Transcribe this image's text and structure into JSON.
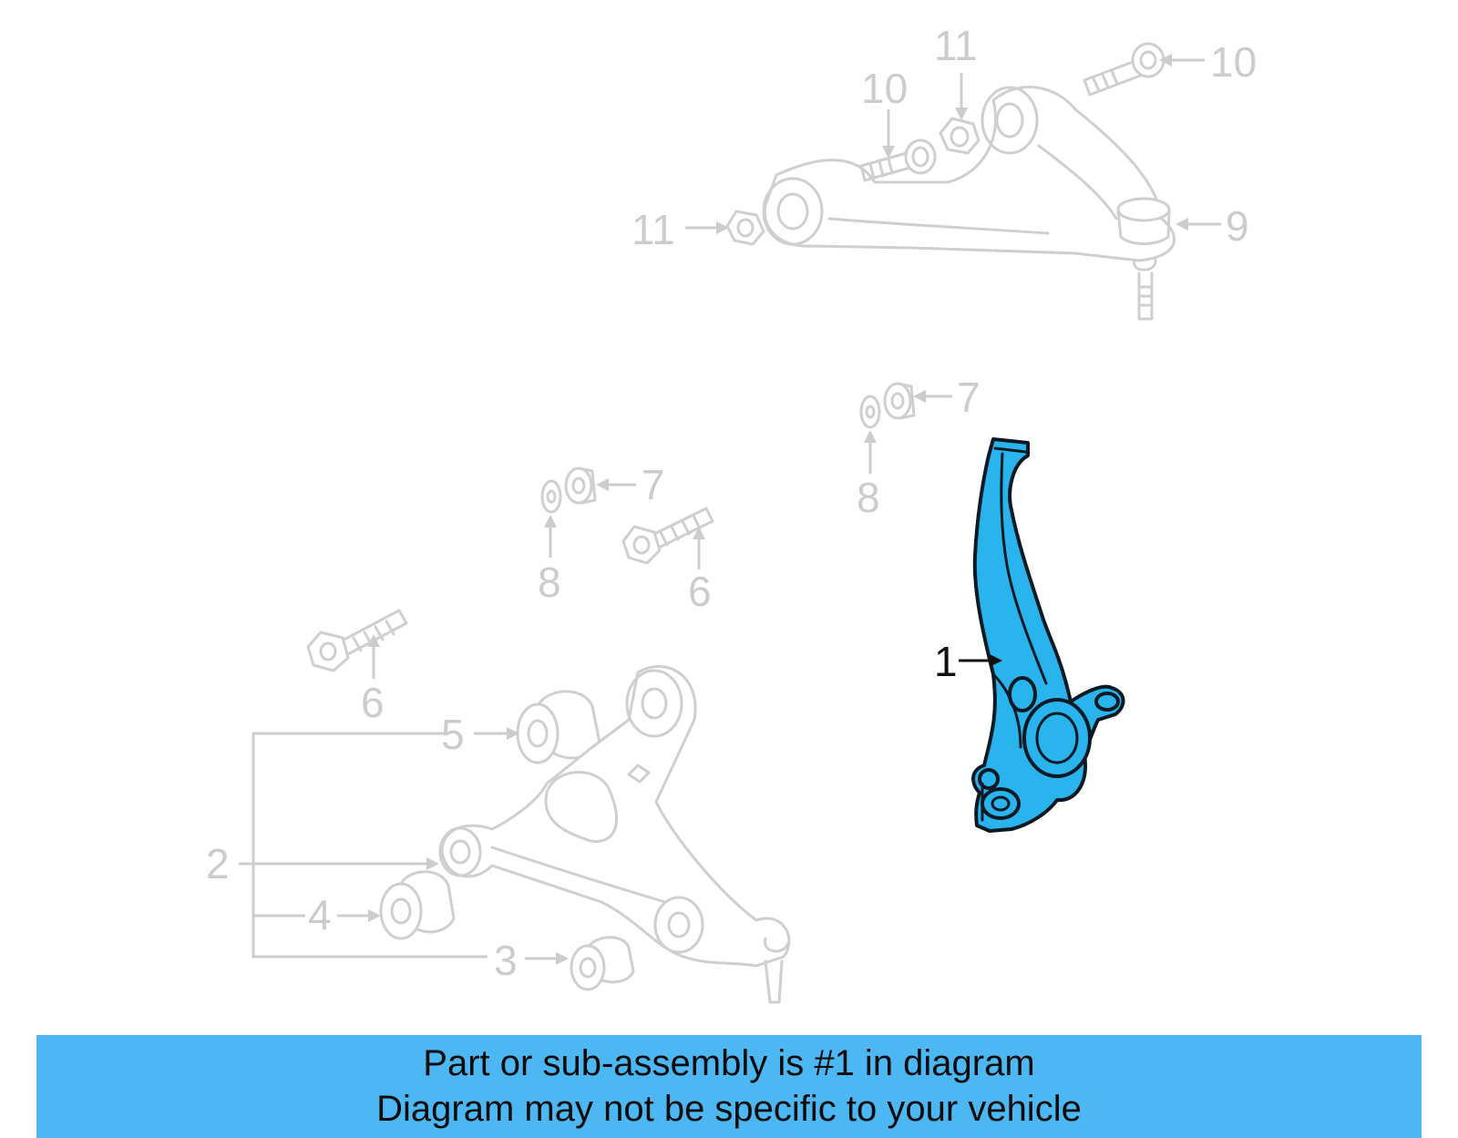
{
  "callouts": {
    "c1": "1",
    "c2": "2",
    "c3": "3",
    "c4": "4",
    "c5": "5",
    "c6a": "6",
    "c6b": "6",
    "c7a": "7",
    "c7b": "7",
    "c8a": "8",
    "c8b": "8",
    "c9": "9",
    "c10a": "10",
    "c10b": "10",
    "c11a": "11",
    "c11b": "11"
  },
  "footer": {
    "line1": "Part or sub-assembly is #1 in diagram",
    "line2": "Diagram may not be specific to your vehicle"
  },
  "colors": {
    "highlight": "#2ab4ee",
    "banner": "#4cb7f2",
    "faded_parts": "#cfcfcf"
  }
}
